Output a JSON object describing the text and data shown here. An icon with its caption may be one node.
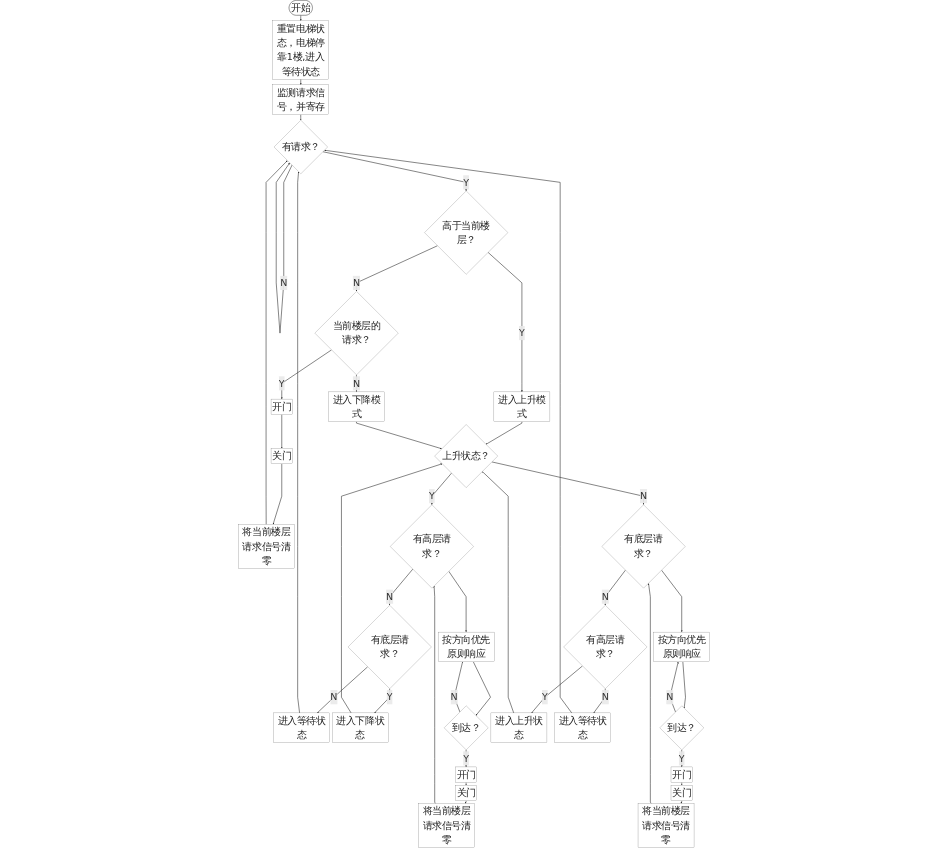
{
  "diagram": {
    "nodes": [
      {
        "text": [
          "开始"
        ]
      },
      {
        "text": [
          "重置电梯状态，电梯停靠1楼,进入等待状态"
        ]
      },
      {
        "text": [
          "监测请求信号，并寄存"
        ]
      },
      {
        "text": [
          "有请求？"
        ]
      },
      {
        "text": [
          "高于当前楼层？"
        ]
      },
      {
        "text": [
          "当前楼层的请求？"
        ]
      },
      {
        "text": [
          "开门"
        ]
      },
      {
        "text": [
          "关门"
        ]
      },
      {
        "text": [
          "将当前楼层请求信号清零"
        ]
      },
      {
        "text": [
          "进入上升模式"
        ]
      },
      {
        "text": [
          "进入下降模式"
        ]
      },
      {
        "text": [
          "上升状态？"
        ]
      },
      {
        "text": [
          "进入下降状态"
        ]
      },
      {
        "text": [
          "进入上升状态"
        ]
      },
      {
        "text": [
          "进入等待状态"
        ]
      },
      {
        "text": [
          "有底层请求？"
        ]
      },
      {
        "text": [
          "有高层请求？"
        ]
      },
      {
        "text": [
          "有底层请求？"
        ]
      },
      {
        "text": [
          "有高层请求？"
        ]
      },
      {
        "text": [
          "进入等待状态"
        ]
      },
      {
        "text": [
          "按方向优先原则响应"
        ]
      },
      {
        "text": [
          "到达？"
        ]
      },
      {
        "text": [
          "开门"
        ]
      },
      {
        "text": [
          "关门"
        ]
      },
      {
        "text": [
          "将当前楼层请求信号清零"
        ]
      },
      {
        "text": [
          "按方向优先原则响应"
        ]
      },
      {
        "text": [
          "到达？"
        ]
      },
      {
        "text": [
          "开门"
        ]
      },
      {
        "text": [
          "关门"
        ]
      },
      {
        "text": [
          "将当前楼层请求信号清零"
        ]
      }
    ],
    "edges": [
      {
        "from": 0,
        "to": 1,
        "arrow": "to"
      },
      {
        "from": 1,
        "to": 2,
        "arrow": "to"
      },
      {
        "from": 2,
        "to": 3,
        "arrow": "to"
      },
      {
        "from": 3,
        "to": 3,
        "arrow": "to",
        "label": "N"
      },
      {
        "from": 3,
        "to": 4,
        "arrow": "to",
        "label": "Y"
      },
      {
        "from": 4,
        "to": 5,
        "arrow": "to",
        "label": "N"
      },
      {
        "from": 4,
        "to": 9,
        "arrow": "to",
        "label": "Y"
      },
      {
        "from": 5,
        "to": 6,
        "arrow": "to",
        "label": "Y"
      },
      {
        "from": 5,
        "to": 10,
        "arrow": "to",
        "label": "N"
      },
      {
        "from": 6,
        "to": 7,
        "arrow": "to"
      },
      {
        "from": 7,
        "to": 8,
        "arrow": "to"
      },
      {
        "from": 8,
        "to": 3,
        "arrow": "to"
      },
      {
        "from": 14,
        "to": 3,
        "arrow": "to"
      },
      {
        "from": 19,
        "to": 3,
        "arrow": "to"
      },
      {
        "from": 9,
        "to": 11,
        "arrow": "to"
      },
      {
        "from": 10,
        "to": 11,
        "arrow": "to"
      },
      {
        "from": 12,
        "to": 11,
        "arrow": "to"
      },
      {
        "from": 13,
        "to": 11,
        "arrow": "to"
      },
      {
        "from": 11,
        "to": 16,
        "arrow": "to",
        "label": "Y"
      },
      {
        "from": 11,
        "to": 17,
        "arrow": "to",
        "label": "N"
      },
      {
        "from": 16,
        "to": 15,
        "arrow": "to",
        "label": "N"
      },
      {
        "from": 16,
        "to": 20,
        "arrow": "to"
      },
      {
        "from": 15,
        "to": 12,
        "arrow": "to",
        "label": "Y"
      },
      {
        "from": 15,
        "to": 14,
        "arrow": "to",
        "label": "N"
      },
      {
        "from": 17,
        "to": 18,
        "arrow": "to",
        "label": "N"
      },
      {
        "from": 17,
        "to": 25,
        "arrow": "to"
      },
      {
        "from": 18,
        "to": 13,
        "arrow": "to",
        "label": "Y"
      },
      {
        "from": 18,
        "to": 19,
        "arrow": "to",
        "label": "N"
      },
      {
        "from": 20,
        "to": 21,
        "arrow": "to"
      },
      {
        "from": 21,
        "to": 20,
        "arrow": "to",
        "label": "N"
      },
      {
        "from": 21,
        "to": 22,
        "arrow": "to",
        "label": "Y"
      },
      {
        "from": 22,
        "to": 23,
        "arrow": "to"
      },
      {
        "from": 23,
        "to": 24,
        "arrow": "to"
      },
      {
        "from": 24,
        "to": 16,
        "arrow": "to"
      },
      {
        "from": 25,
        "to": 26,
        "arrow": "to"
      },
      {
        "from": 26,
        "to": 25,
        "arrow": "to",
        "label": "N"
      },
      {
        "from": 26,
        "to": 27,
        "arrow": "to",
        "label": "Y"
      },
      {
        "from": 27,
        "to": 28,
        "arrow": "to"
      },
      {
        "from": 28,
        "to": 29,
        "arrow": "to"
      },
      {
        "from": 29,
        "to": 17,
        "arrow": "to"
      }
    ]
  }
}
